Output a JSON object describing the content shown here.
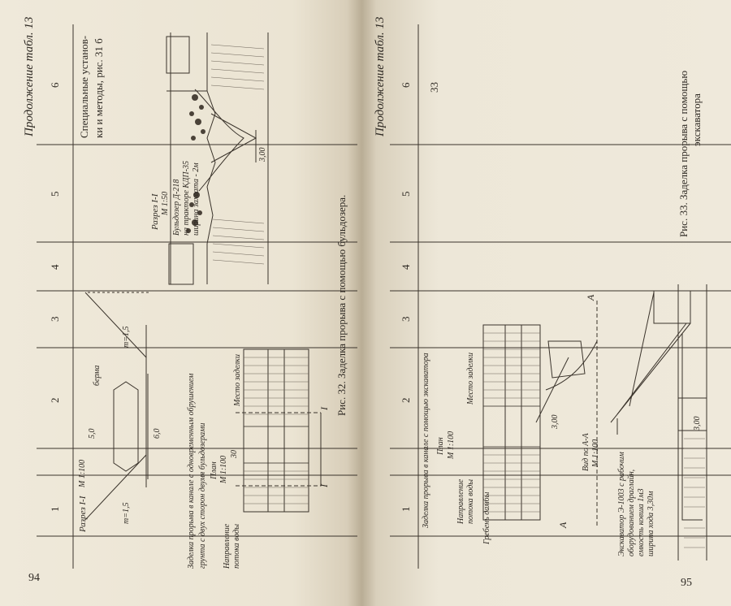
{
  "left_page": {
    "table_header": "Продолжение табл. 13",
    "col_numbers": [
      "1",
      "2",
      "3",
      "4",
      "5",
      "6"
    ],
    "col6_text_line1": "Специальные установ-",
    "col6_text_line2": "ки и методы, рис. 31 б",
    "section_title": "Разрез I-I",
    "section_scale": "М 1:100",
    "label_berm": "берма",
    "label_slope_right": "m=1,5",
    "label_slope_left": "m=1,5",
    "dim_top": "5,0",
    "dim_bottom": "6,0",
    "caption_line1": "Заделка прорыва в канале с одновременным обрушением",
    "caption_line2": "грунта с двух сторон двумя бульдозерами",
    "plan_label": "План",
    "plan_scale": "М 1:100",
    "flow_line1": "Направление",
    "flow_line2": "потока воды",
    "dim_30": "30",
    "label_closure": "Место заделки",
    "marker_I": "I",
    "fig32_section": "Разрез I-I",
    "fig32_scale": "М 1:50",
    "bulldozer_line1": "Бульдозер Д-218",
    "bulldozer_line2": "на тракторе КДП-35",
    "bulldozer_line3": "ширина захвата - 2м",
    "dim_300": "3,00",
    "figure_caption": "Рис. 32. Заделка прорыва с помощью бульдозера.",
    "page_number": "94"
  },
  "right_page": {
    "table_header": "Продолжение табл. 13",
    "col_numbers": [
      "1",
      "2",
      "3",
      "4",
      "5",
      "6"
    ],
    "col6_value": "33",
    "figure_caption_line1": "Рис. 33. Заделка прорыва с помощью",
    "figure_caption_line2": "экскаватора",
    "caption_main": "Заделка прорыва в канале с помощью экскаватора",
    "plan_label": "План",
    "plan_scale": "М 1:100",
    "flow_line1": "Направление",
    "flow_line2": "потока воды",
    "label_crest": "Гребень дамбы",
    "label_closure": "Место заделки",
    "marker_A": "А",
    "view_label": "Вид по А-А",
    "view_scale": "М 1:100",
    "dim_300": "3,00",
    "excavator_line1": "Экскаватор Э-1003 с рабочим",
    "excavator_line2": "оборудованием драглайн,",
    "excavator_line3": "емкость ковша 1м3",
    "excavator_line4": "ширина хода 3,30м",
    "page_number": "95"
  },
  "colors": {
    "paper": "#ece6d6",
    "ink": "#2f2a24",
    "gutter": "#b9ad95"
  }
}
